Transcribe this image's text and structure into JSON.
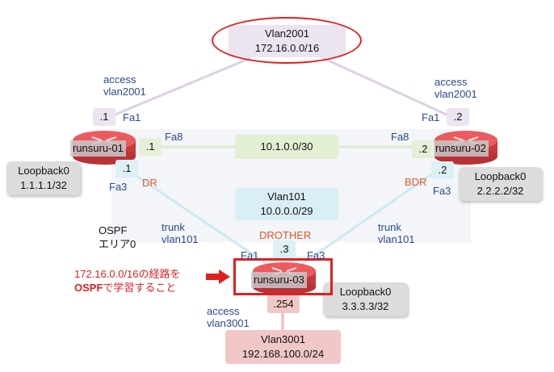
{
  "networks": {
    "vlan2001": {
      "name": "Vlan2001",
      "subnet": "172.16.0.0/16"
    },
    "transit": {
      "subnet": "10.1.0.0/30"
    },
    "vlan101": {
      "name": "Vlan101",
      "subnet": "10.0.0.0/29"
    },
    "vlan3001": {
      "name": "Vlan3001",
      "subnet": "192.168.100.0/24"
    }
  },
  "routers": {
    "r1": {
      "name": "runsuru-01"
    },
    "r2": {
      "name": "runsuru-02"
    },
    "r3": {
      "name": "runsuru-03"
    }
  },
  "loopbacks": {
    "r1": {
      "name": "Loopback0",
      "ip": "1.1.1.1/32"
    },
    "r2": {
      "name": "Loopback0",
      "ip": "2.2.2.2/32"
    },
    "r3": {
      "name": "Loopback0",
      "ip": "3.3.3.3/32"
    }
  },
  "addresses": {
    "r1_fa1": ".1",
    "r1_fa8": ".1",
    "r1_fa3": ".1",
    "r2_fa1": ".2",
    "r2_fa8": ".2",
    "r2_fa3": ".2",
    "r3_fa1": ".3",
    "r3_vlan3001": ".254"
  },
  "interfaces": {
    "r1_fa1": "Fa1",
    "r1_fa8": "Fa8",
    "r1_fa3": "Fa3",
    "r2_fa1": "Fa1",
    "r2_fa8": "Fa8",
    "r2_fa3": "Fa3",
    "r3_fa1": "Fa1",
    "r3_fa3": "Fa3"
  },
  "ports": {
    "r1_access_line1": "access",
    "r1_access_line2": "vlan2001",
    "r2_access_line1": "access",
    "r2_access_line2": "vlan2001",
    "r1_trunk_line1": "trunk",
    "r1_trunk_line2": "vlan101",
    "r2_trunk_line1": "trunk",
    "r2_trunk_line2": "vlan101",
    "r3_access_line1": "access",
    "r3_access_line2": "vlan3001"
  },
  "roles": {
    "r1": "DR",
    "r2": "BDR",
    "r3": "DROTHER"
  },
  "area": {
    "line1": "OSPF",
    "line2": "エリア0"
  },
  "note": {
    "line1": "172.16.0.0/16の経路を",
    "line2_bold": "OSPF",
    "line2_rest": "で学習すること"
  },
  "colors": {
    "router": "#e8474b",
    "highlight": "#e02020",
    "label_blue": "#2a4a8c",
    "role_orange": "#e0582a",
    "link_purple": "#d9cde0",
    "link_green": "#dbe9c8",
    "link_blue": "#c9e9f3",
    "link_pink": "#f0b9b9"
  }
}
